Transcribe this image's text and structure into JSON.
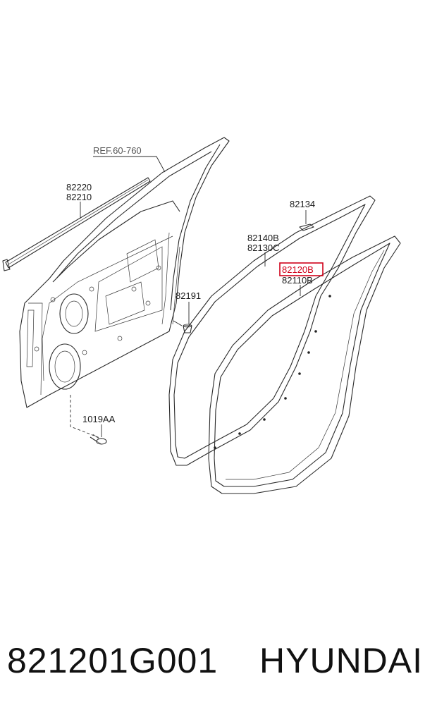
{
  "diagram": {
    "labels": {
      "ref": "REF.60-760",
      "p82220": "82220",
      "p82210": "82210",
      "p82134": "82134",
      "p82140b": "82140B",
      "p82130c": "82130C",
      "p82120b": "82120B",
      "p82110b": "82110B",
      "p82191": "82191",
      "p1019aa": "1019AA"
    },
    "highlighted_part": "82120B",
    "highlight_color": "#d0021b"
  },
  "caption": {
    "part_number": "821201G001",
    "brand": "HYUNDAI"
  }
}
